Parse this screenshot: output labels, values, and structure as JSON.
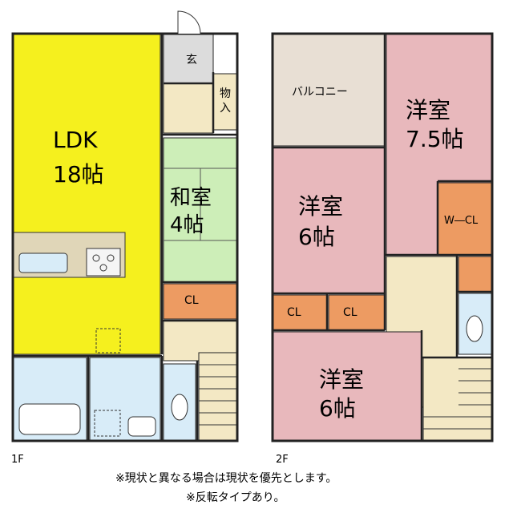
{
  "floors": {
    "first": {
      "label": "1F",
      "rooms": {
        "ldk_name": "LDK",
        "ldk_size": "18帖",
        "washitsu_name": "和室",
        "washitsu_size": "4帖",
        "entrance": "玄",
        "storage_a": "物",
        "storage_b": "入",
        "closet": "CL"
      }
    },
    "second": {
      "label": "2F",
      "rooms": {
        "balcony": "バルコニー",
        "western_a_name": "洋室",
        "western_a_size": "7.5帖",
        "western_b_name": "洋室",
        "western_b_size": "6帖",
        "western_c_name": "洋室",
        "western_c_size": "6帖",
        "walkin_closet": "W―CL",
        "closet_left": "CL",
        "closet_right": "CL"
      }
    }
  },
  "notes": {
    "line1": "※現状と異なる場合は現状を優先とします。",
    "line2": "※反転タイプあり。"
  },
  "colors": {
    "ldk": "#f5f01e",
    "washitsu": "#cdeeb8",
    "western": "#e8b8bc",
    "balcony": "#e8dfd4",
    "closet": "#ed9b62",
    "hall": "#f3e8c4",
    "wet_area": "#d8ecf8",
    "entrance": "#dcdcdc",
    "wall": "#222222"
  }
}
